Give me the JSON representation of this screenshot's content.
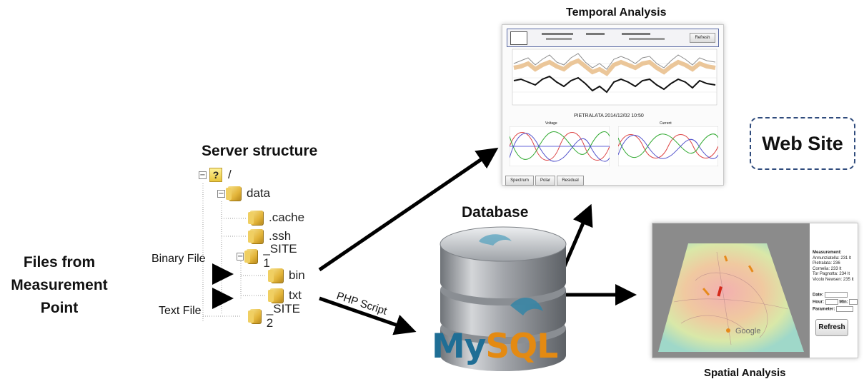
{
  "left": {
    "source_label_lines": [
      "Files from",
      "Measurement",
      "Point"
    ],
    "binary_file_label": "Binary File",
    "text_file_label": "Text File"
  },
  "server": {
    "title": "Server structure",
    "tree": [
      {
        "label": "/",
        "icon": "question-icon"
      },
      {
        "label": "data",
        "icon": "folder-icon"
      },
      {
        "label": ".cache",
        "icon": "folder-icon"
      },
      {
        "label": ".ssh",
        "icon": "folder-icon"
      },
      {
        "label": "_SITE 1",
        "icon": "folder-icon"
      },
      {
        "label": "bin",
        "icon": "folder-icon"
      },
      {
        "label": "txt",
        "icon": "folder-icon"
      },
      {
        "label": "_SITE 2",
        "icon": "folder-icon"
      }
    ]
  },
  "php_script_label": "PHP Script",
  "database": {
    "title": "Database",
    "logo_text_my": "My",
    "logo_text_sql": "SQL"
  },
  "temporal": {
    "title": "Temporal Analysis",
    "station_title": "PIETRALATA 2014/12/02 10:50",
    "subplot_voltage": "Voltage",
    "subplot_current": "Current",
    "header_refresh": "Refresh",
    "tabs": [
      "Spectrum",
      "Polar",
      "Residual"
    ]
  },
  "website_label": "Web Site",
  "spatial": {
    "title": "Spatial Analysis",
    "side_lines": [
      "Measurement:",
      "Annunziatella: 231 lt",
      "Pietralata: 236",
      "Cornelia: 233 lt",
      "Tor Pagnotta: 234 lt",
      "Vicolo Newsen: 235 lt"
    ],
    "date_label": "Date:",
    "hour_label": "Hour:",
    "min_label": "Min:",
    "parameter_label": "Parameter:",
    "refresh_label": "Refresh",
    "map_brand": "Google"
  },
  "colors": {
    "arrow": "#000000",
    "website_border": "#2f4b7c",
    "db_silver": "#a9acb0",
    "mysql_blue": "#1f6e95",
    "mysql_orange": "#e48a12"
  }
}
